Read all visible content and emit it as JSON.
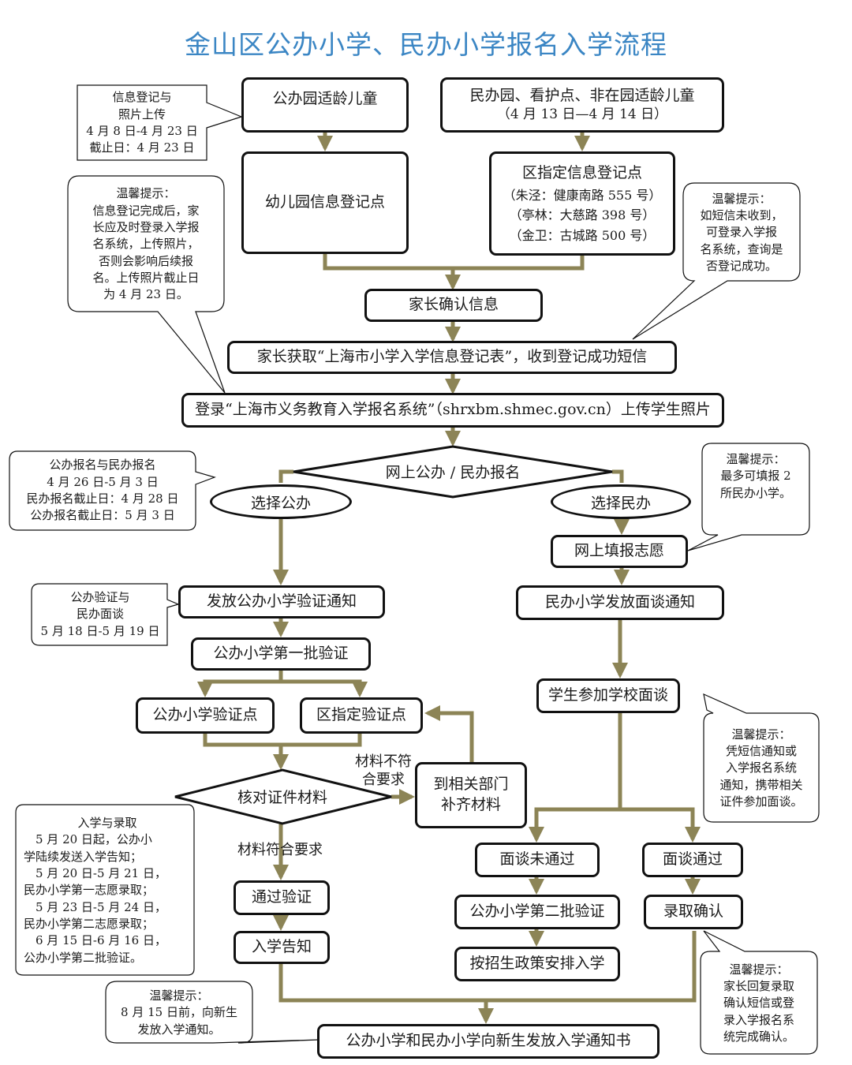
{
  "title": "金山区公办小学、民办小学报名入学流程",
  "nodes": {
    "public_kindergarten_children": "公办园适龄儿童",
    "private_children": [
      "民办园、看护点、非在园适龄儿童",
      "（4 月 13 日—4 月 14 日）"
    ],
    "kindergarten_registration_point": "幼儿园信息登记点",
    "district_registration_point": {
      "title": "区指定信息登记点",
      "lines": [
        "（朱泾：健康南路 555 号）",
        "（亭林：大慈路 398 号）",
        "（金卫：古城路 500 号）"
      ]
    },
    "parent_confirm_info": "家长确认信息",
    "parent_receive_form": "家长获取“上海市小学入学信息登记表”，收到登记成功短信",
    "login_upload_photo": "登录“上海市义务教育入学报名系统”（shrxbm.shmec.gov.cn）上传学生照片",
    "online_registration": "网上公办 / 民办报名",
    "choose_public": "选择公办",
    "choose_private": "选择民办",
    "fill_preferences": "网上填报志愿",
    "public_verification_notice": "发放公办小学验证通知",
    "private_interview_notice": "民办小学发放面谈通知",
    "public_first_batch": "公办小学第一批验证",
    "public_verification_point": "公办小学验证点",
    "district_verification_point": "区指定验证点",
    "check_documents": "核对证件材料",
    "supplement_materials": [
      "到相关部门",
      "补齐材料"
    ],
    "student_interview": "学生参加学校面谈",
    "interview_failed": "面谈未通过",
    "interview_passed": "面谈通过",
    "public_second_batch": "公办小学第二批验证",
    "arrange_by_policy": "按招生政策安排入学",
    "admission_confirm": "录取确认",
    "pass_verification": "通过验证",
    "admission_notice": "入学告知",
    "final_notice": "公办小学和民办小学向新生发放入学通知书"
  },
  "labels": {
    "materials_not_ok": [
      "材料不符",
      "合要求"
    ],
    "materials_ok": "材料符合要求"
  },
  "notes": {
    "info_upload": [
      "信息登记与",
      "照片上传",
      "4 月 8 日-4 月 23 日",
      "截止日：4 月 23 日"
    ],
    "tip_upload": [
      "温馨提示：",
      "信息登记完成后，家",
      "长应及时登录入学报",
      "名系统，上传照片，",
      "否则会影响后续报",
      "名。上传照片截止日",
      "为 4 月 23 日。"
    ],
    "tip_sms": [
      "温馨提示：",
      "如短信未收到，",
      "可登录入学报",
      "名系统，查询是",
      "否登记成功。"
    ],
    "registration_dates": [
      "公办报名与民办报名",
      "4 月 26 日-5 月 3 日",
      "民办报名截止日：4 月 28 日",
      "公办报名截止日：5 月 3 日"
    ],
    "tip_two_schools": [
      "温馨提示：",
      "最多可填报 2",
      "所民办小学。"
    ],
    "verify_interview_dates": [
      "公办验证与",
      "民办面谈",
      "5 月 18 日-5 月 19 日"
    ],
    "enroll_admit": [
      "入学与录取",
      "　5 月 20 日起，公办小",
      "学陆续发送入学告知；",
      "　5 月 20 日-5 月 21 日，",
      "民办小学第一志愿录取；",
      "　5 月 23 日-5 月 24 日，",
      "民办小学第二志愿录取；",
      "　6 月 15 日-6 月 16 日，",
      "公办小学第二批验证。"
    ],
    "tip_interview": [
      "温馨提示：",
      "凭短信通知或",
      "入学报名系统",
      "通知，携带相关",
      "证件参加面谈。"
    ],
    "tip_aug15": [
      "温馨提示：",
      "8 月 15 日前，向新生",
      "发放入学通知。"
    ],
    "tip_confirm": [
      "温馨提示：",
      "家长回复录取",
      "确认短信或登",
      "录入学报名系",
      "统完成确认。"
    ]
  },
  "colors": {
    "title": "#3b86c4",
    "connector": "#8c8456",
    "border": "#111111"
  }
}
